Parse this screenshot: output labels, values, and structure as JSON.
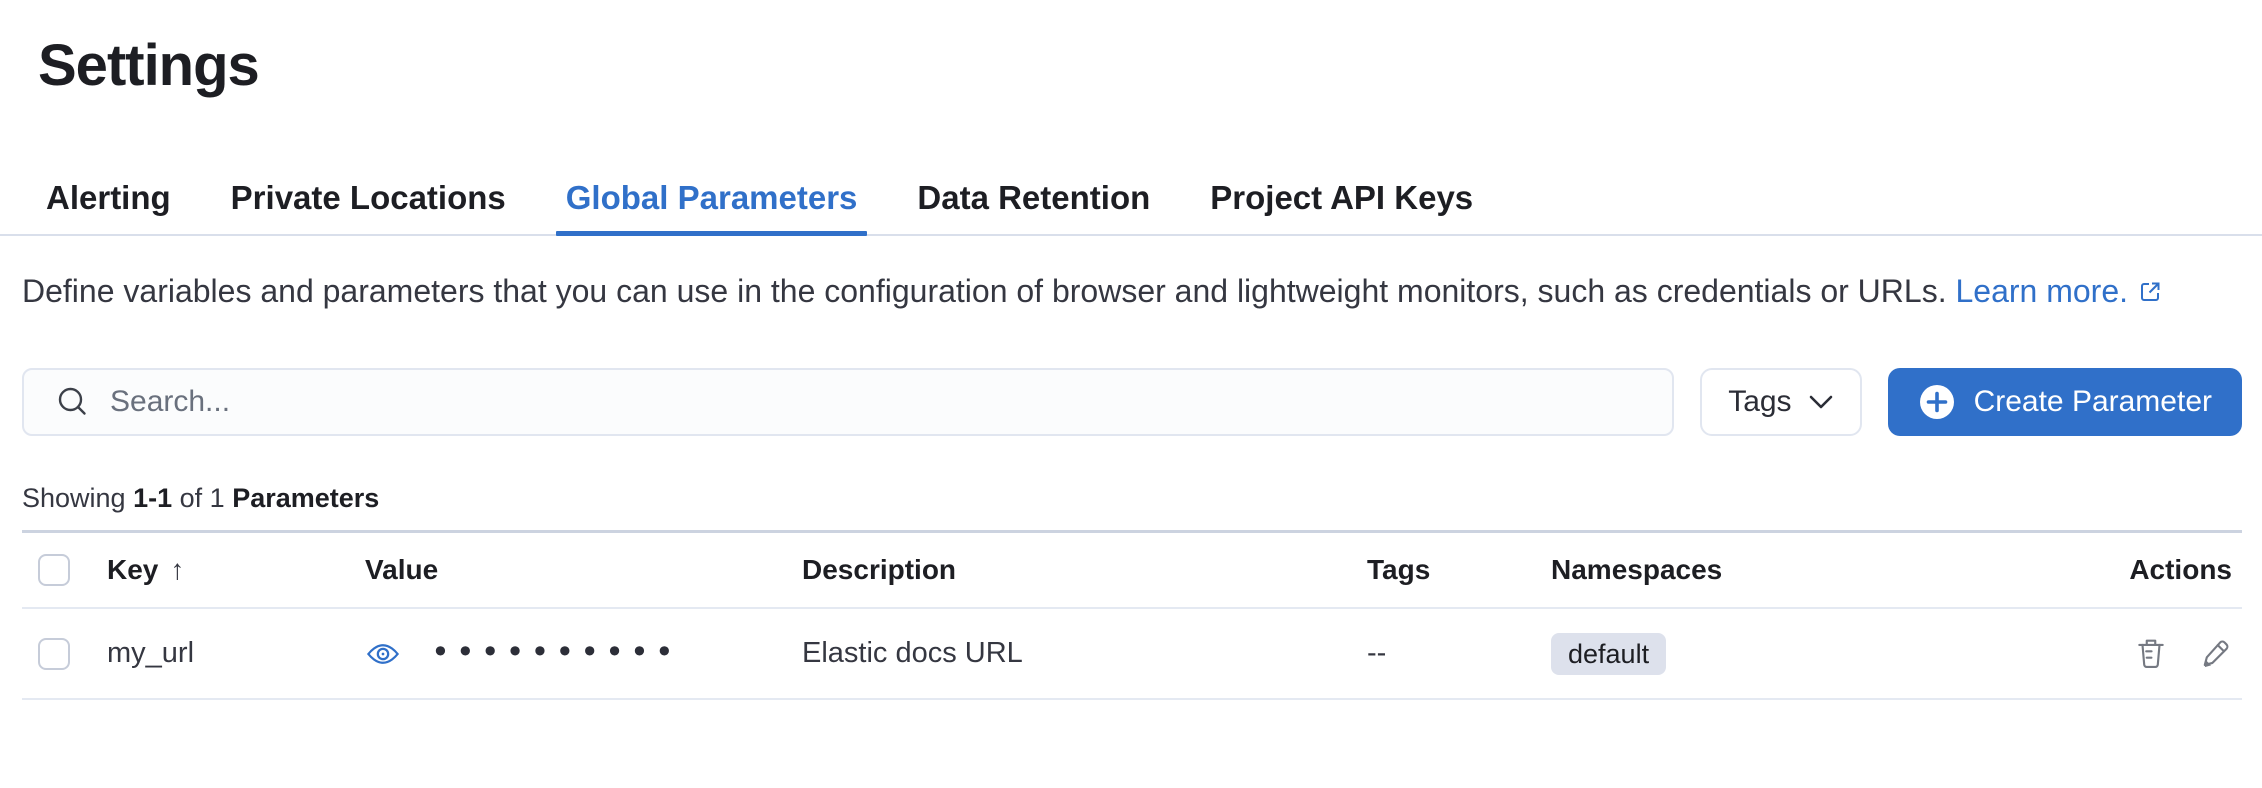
{
  "page": {
    "title": "Settings"
  },
  "tabs": [
    {
      "label": "Alerting",
      "active": false
    },
    {
      "label": "Private Locations",
      "active": false
    },
    {
      "label": "Global Parameters",
      "active": true
    },
    {
      "label": "Data Retention",
      "active": false
    },
    {
      "label": "Project API Keys",
      "active": false
    }
  ],
  "description": {
    "text": "Define variables and parameters that you can use in the configuration of browser and lightweight monitors, such as credentials or URLs.",
    "link_label": "Learn more."
  },
  "toolbar": {
    "search_placeholder": "Search...",
    "search_value": "",
    "tags_button_label": "Tags",
    "create_button_label": "Create Parameter"
  },
  "summary": {
    "prefix": "Showing",
    "range": "1-1",
    "middle": "of 1",
    "entity": "Parameters"
  },
  "table": {
    "columns": {
      "key": "Key",
      "value": "Value",
      "description": "Description",
      "tags": "Tags",
      "namespaces": "Namespaces",
      "actions": "Actions"
    },
    "sort": {
      "column": "Key",
      "direction": "ascending",
      "arrow": "↑"
    },
    "rows": [
      {
        "key": "my_url",
        "value_masked": "••••••••••",
        "description": "Elastic docs URL",
        "tags": "--",
        "namespaces": [
          "default"
        ]
      }
    ]
  },
  "icons": {
    "search": "magnifier",
    "tags_chevron": "chevron-down",
    "create": "plus-in-circle",
    "external_link": "popout",
    "value_reveal": "eye",
    "delete": "trash",
    "edit": "pencil"
  },
  "colors": {
    "accent_blue": "#3070c9",
    "text_heading": "#1d1e23",
    "text_body": "#353741",
    "badge_background": "#dde1ec",
    "divider": "#d9dfeb",
    "icon_gray": "#757982"
  }
}
